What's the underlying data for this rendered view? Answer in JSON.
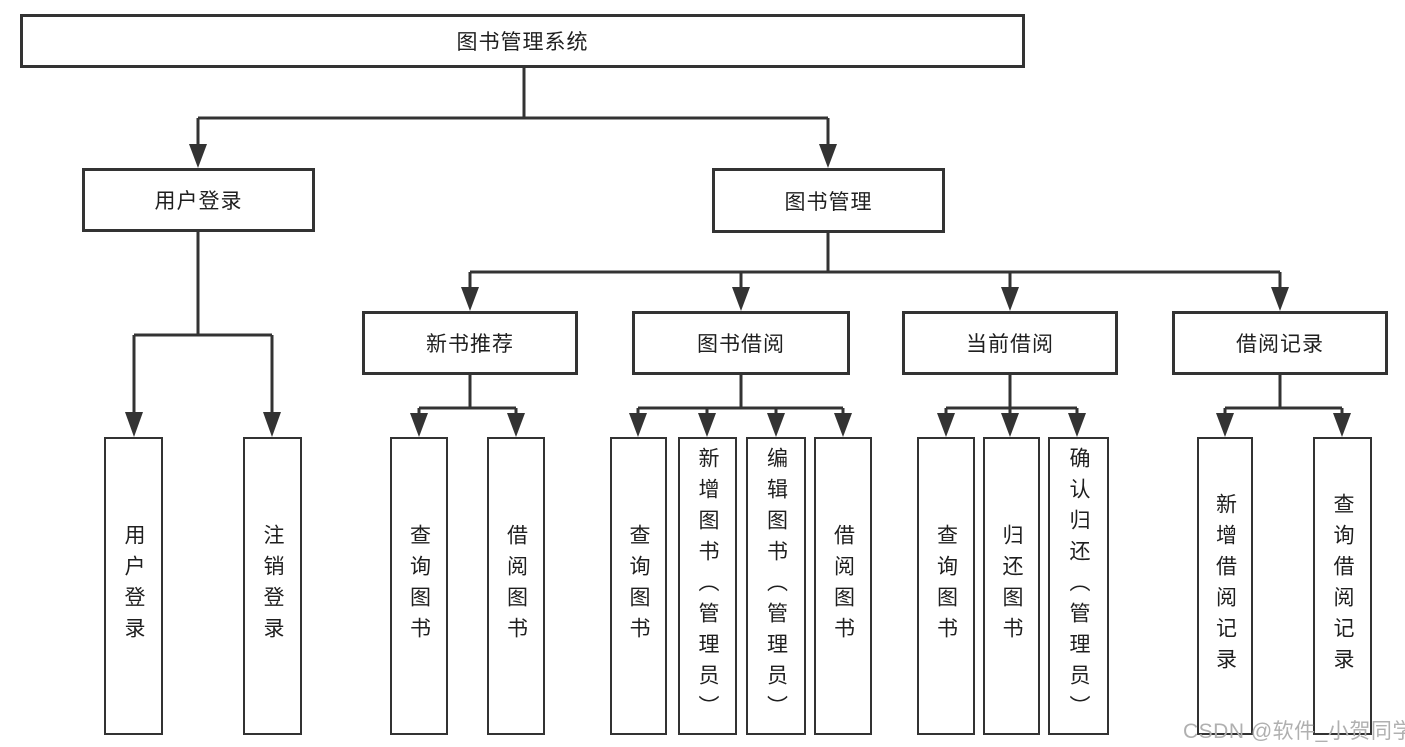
{
  "diagram": {
    "title": "图书管理系统",
    "root": {
      "label": "图书管理系统"
    },
    "branches": [
      {
        "label": "用户登录",
        "children": [
          {
            "label": "用户登录"
          },
          {
            "label": "注销登录"
          }
        ]
      },
      {
        "label": "图书管理",
        "children": [
          {
            "label": "新书推荐",
            "children": [
              {
                "label": "查询图书"
              },
              {
                "label": "借阅图书"
              }
            ]
          },
          {
            "label": "图书借阅",
            "children": [
              {
                "label": "查询图书"
              },
              {
                "label": "新增图书（管理员）"
              },
              {
                "label": "编辑图书（管理员）"
              },
              {
                "label": "借阅图书"
              }
            ]
          },
          {
            "label": "当前借阅",
            "children": [
              {
                "label": "查询图书"
              },
              {
                "label": "归还图书"
              },
              {
                "label": "确认归还（管理员）"
              }
            ]
          },
          {
            "label": "借阅记录",
            "children": [
              {
                "label": "新增借阅记录"
              },
              {
                "label": "查询借阅记录"
              }
            ]
          }
        ]
      }
    ]
  },
  "watermark": {
    "text": "CSDN @软件_小贺同学"
  },
  "colors": {
    "line": "#333333",
    "text": "#1f1f1f",
    "background": "#ffffff",
    "watermark": "#b0b0b0"
  }
}
